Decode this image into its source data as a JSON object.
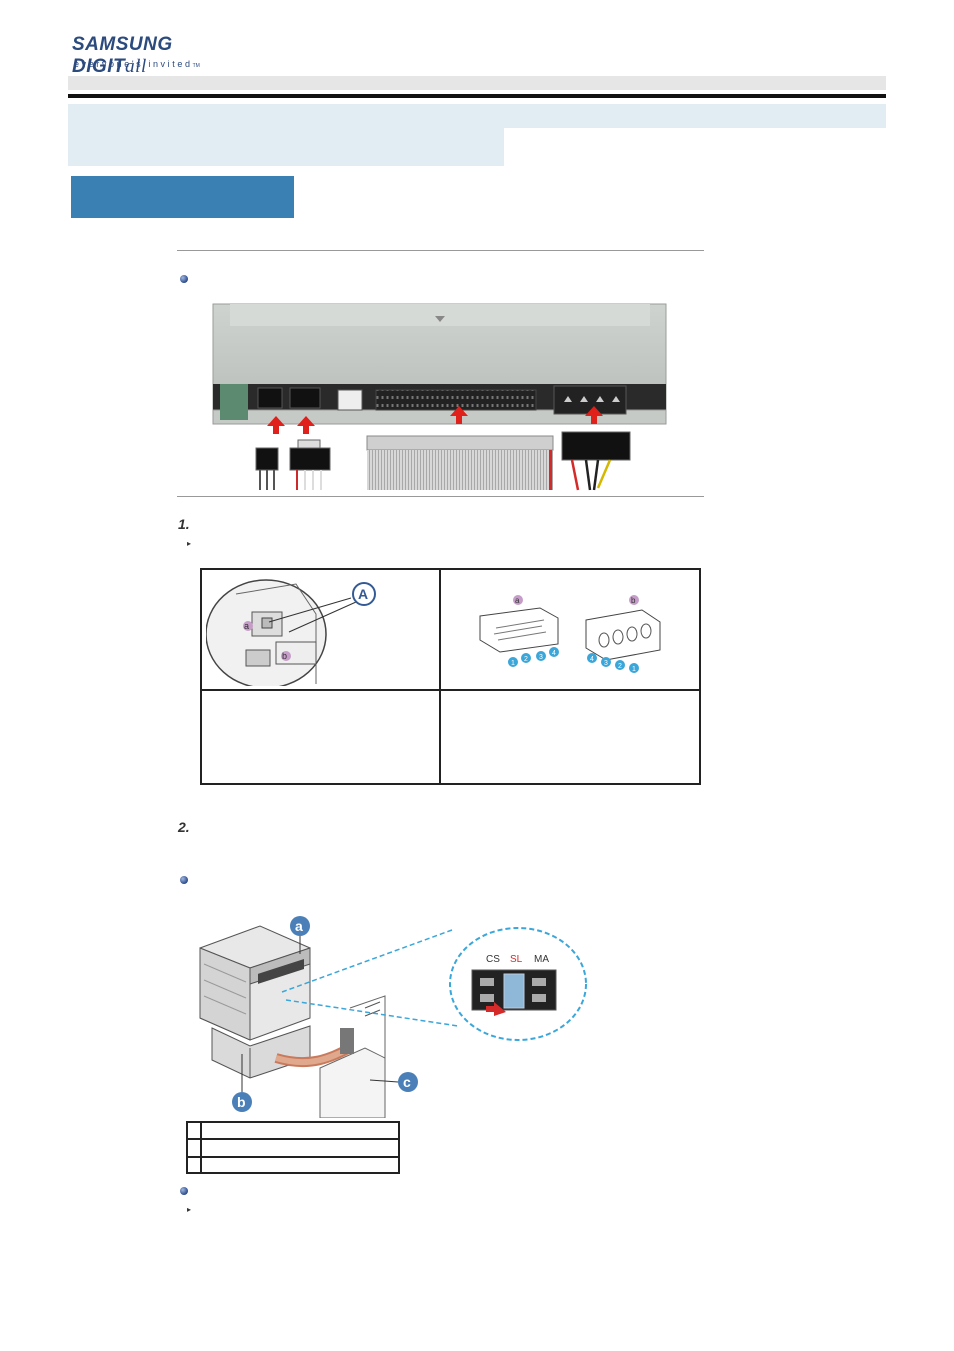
{
  "header": {
    "brand": "SAMSUNG DIGIT",
    "brand_suffix": "all",
    "tagline": "everyone's invited",
    "tm": "TM"
  },
  "figure1": {
    "labels": [
      "a",
      "b",
      "A"
    ]
  },
  "steps": {
    "step1": "1.",
    "step2": "2."
  },
  "connector_diagram": {
    "label_a": "a",
    "label_b": "b",
    "pins_a": [
      "1",
      "2",
      "3",
      "4"
    ],
    "pins_b": [
      "4",
      "3",
      "2",
      "1"
    ]
  },
  "jumper_diagram": {
    "label_a": "a",
    "label_b": "b",
    "label_c": "c",
    "jumper_cs": "CS",
    "jumper_sl": "SL",
    "jumper_ma": "MA"
  },
  "colors": {
    "brand_blue": "#2b4a7e",
    "section_blue": "#3a80b3",
    "banner_bg": "#e2ecf3",
    "arrow_red": "#e0201a",
    "callout_cyan": "#3aa6d9",
    "jumper_red": "#d42a2a"
  }
}
